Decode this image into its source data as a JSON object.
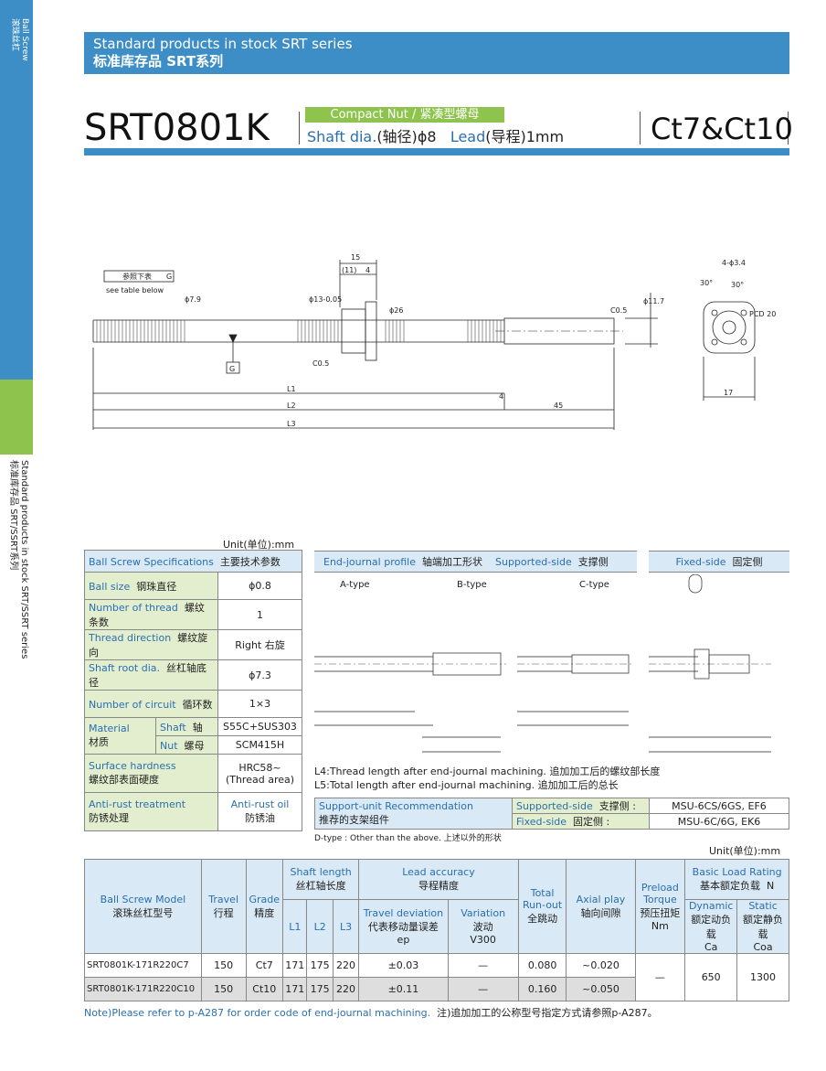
{
  "side": {
    "top_en": "Ball Screw",
    "top_cn": "滚珠丝杠",
    "bottom_en": "Standard products in stock  SRT/SSRT series",
    "bottom_cn": "标准库存品  SRT/SSRT系列"
  },
  "header": {
    "title_en": "Standard products in stock SRT series",
    "title_cn": "标准库存品  SRT系列"
  },
  "model": {
    "name": "SRT0801K",
    "nut_type": "Compact Nut / 紧凑型螺母",
    "shaft_label": "Shaft dia.",
    "shaft_cn": "(轴径)",
    "shaft_val": "ϕ8",
    "lead_label": "Lead",
    "lead_cn": "(导程)",
    "lead_val": "1mm",
    "grade": "Ct7&Ct10"
  },
  "drawing": {
    "ref_label": "参照下表",
    "ref_sym": "G",
    "see_table": "see table below",
    "dims": [
      "15",
      "(11)",
      "4",
      "ϕ7.9",
      "ϕ13-0.05",
      "ϕ26",
      "C0.5",
      "C0.5",
      "ϕ11.7",
      "L1",
      "4",
      "L2",
      "45",
      "L3",
      "G"
    ],
    "flange": [
      "4-ϕ3.4",
      "30°",
      "30°",
      "PCD 20",
      "17"
    ]
  },
  "unit_label": "Unit(单位):mm",
  "specs": {
    "head_en": "Ball Screw Specifications",
    "head_cn": "主要技术参数",
    "rows": [
      {
        "en": "Ball size",
        "cn": "钢珠直径",
        "value": "ϕ0.8"
      },
      {
        "en": "Number of thread",
        "cn": "螺纹条数",
        "value": "1"
      },
      {
        "en": "Thread direction",
        "cn": "螺纹旋向",
        "value": "Right  右旋"
      },
      {
        "en": "Shaft root dia.",
        "cn": "丝杠轴底径",
        "value": "ϕ7.3"
      },
      {
        "en": "Number of circuit",
        "cn": "循环数",
        "value": "1×3"
      }
    ],
    "material_en": "Material",
    "material_cn": "材质",
    "shaft_en": "Shaft",
    "shaft_cn": "轴",
    "shaft_val": "S55C+SUS303",
    "nut_en": "Nut",
    "nut_cn": "螺母",
    "nut_val": "SCM415H",
    "hard_en": "Surface hardness",
    "hard_cn": "螺纹部表面硬度",
    "hard_val1": "HRC58~",
    "hard_val2": "(Thread area)",
    "rust_en": "Anti-rust treatment",
    "rust_cn": "防锈处理",
    "rust_val1": "Anti-rust oil",
    "rust_val2": "防锈油"
  },
  "end_journal": {
    "head_en": "End-journal profile",
    "head_cn": "轴端加工形状",
    "supp_en": "Supported-side",
    "supp_cn": "支撑侧",
    "fixed_en": "Fixed-side",
    "fixed_cn": "固定侧",
    "types": [
      "A-type",
      "B-type",
      "C-type"
    ]
  },
  "notes": {
    "l4": "L4:Thread length after end-journal machining.   追加加工后的螺纹部长度",
    "l5": "L5:Total length after end-journal machining.   追加加工后的总长"
  },
  "support": {
    "head_en": "Support-unit Recommendation",
    "head_cn": "推荐的支架组件",
    "rows": [
      {
        "en": "Supported-side",
        "cn": "支撑侧",
        "colon": ":",
        "value": "MSU-6CS/6GS, EF6"
      },
      {
        "en": "Fixed-side",
        "cn": "固定侧",
        "colon": ":",
        "value": "MSU-6C/6G, EK6"
      }
    ],
    "dtype": "D-type : Other than the above.   上述以外的形状"
  },
  "main_table": {
    "h_model_en": "Ball Screw Model",
    "h_model_cn": "滚珠丝杠型号",
    "h_travel_en": "Travel",
    "h_travel_cn": "行程",
    "h_grade_en": "Grade",
    "h_grade_cn": "精度",
    "h_shaft_en": "Shaft length",
    "h_shaft_cn": "丝杠轴长度",
    "h_l1": "L1",
    "h_l2": "L2",
    "h_l3": "L3",
    "h_lead_en": "Lead accuracy",
    "h_lead_cn": "导程精度",
    "h_dev_en": "Travel deviation",
    "h_dev_cn": "代表移动量误差",
    "h_dev_sym": "ep",
    "h_var_en": "Variation",
    "h_var_cn": "波动",
    "h_var_sym": "V300",
    "h_run_en": "Total Run-out",
    "h_run_cn": "全跳动",
    "h_axial_en": "Axial play",
    "h_axial_cn": "轴向间隙",
    "h_pre_en": "Preload Torque",
    "h_pre_cn": "预压扭矩",
    "h_pre_unit": "Nm",
    "h_load_en": "Basic Load Rating",
    "h_load_cn": "基本额定负载",
    "h_load_unit": "N",
    "h_dyn_en": "Dynamic",
    "h_dyn_cn": "额定动负载",
    "h_dyn_sym": "Ca",
    "h_sta_en": "Static",
    "h_sta_cn": "额定静负载",
    "h_sta_sym": "Coa",
    "rows": [
      {
        "model": "SRT0801K-171R220C7",
        "travel": "150",
        "grade": "Ct7",
        "l1": "171",
        "l2": "175",
        "l3": "220",
        "dev": "±0.03",
        "var": "—",
        "run": "0.080",
        "axial": "~0.020"
      },
      {
        "model": "SRT0801K-171R220C10",
        "travel": "150",
        "grade": "Ct10",
        "l1": "171",
        "l2": "175",
        "l3": "220",
        "dev": "±0.11",
        "var": "—",
        "run": "0.160",
        "axial": "~0.050"
      }
    ],
    "preload": "—",
    "dynamic": "650",
    "static": "1300"
  },
  "footnote_en": "Note)Please refer to p-A287 for order code of end-journal machining.",
  "footnote_cn": "注)追加加工的公称型号指定方式请参照p-A287。"
}
